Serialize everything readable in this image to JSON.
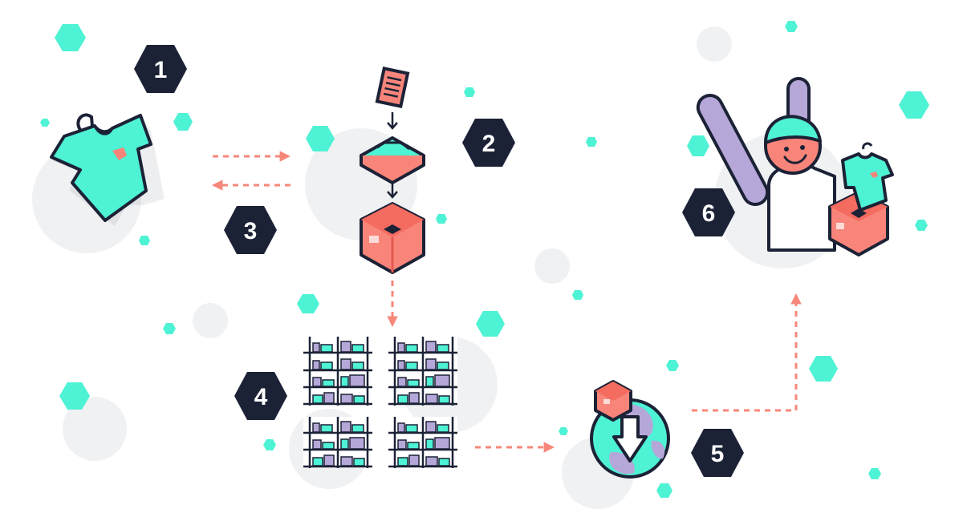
{
  "steps": [
    {
      "number": "1",
      "icon": "tshirt-on-hanger-icon"
    },
    {
      "number": "2",
      "icon": "order-to-package-icon"
    },
    {
      "number": "3",
      "icon": "return-arrow-icon"
    },
    {
      "number": "4",
      "icon": "warehouse-shelves-icon"
    },
    {
      "number": "5",
      "icon": "global-shipping-icon"
    },
    {
      "number": "6",
      "icon": "happy-customer-icon"
    }
  ],
  "colors": {
    "teal": "#4ef2d4",
    "coral": "#f9857a",
    "navy": "#1c2236",
    "lavender": "#b6a7d9",
    "light_gray": "#f0f1f3",
    "arrow": "#f7877b"
  }
}
